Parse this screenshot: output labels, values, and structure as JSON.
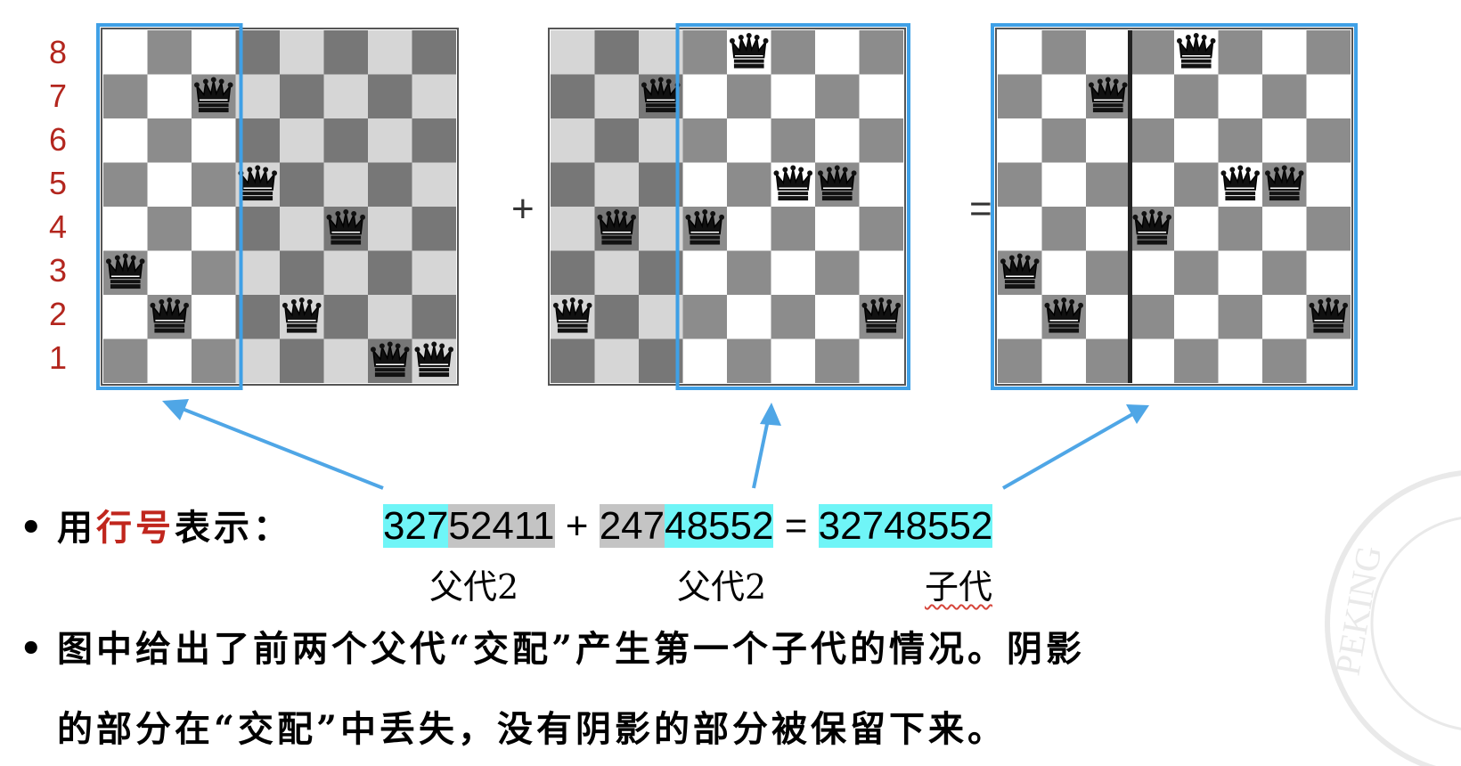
{
  "row_labels": [
    "8",
    "7",
    "6",
    "5",
    "4",
    "3",
    "2",
    "1"
  ],
  "operators": {
    "plus": "+",
    "equals": "="
  },
  "boards": [
    {
      "name": "parent1",
      "queens": [
        3,
        2,
        7,
        5,
        2,
        4,
        1,
        1
      ],
      "highlight_cols": [
        0,
        3
      ]
    },
    {
      "name": "parent2",
      "queens": [
        2,
        4,
        7,
        4,
        8,
        5,
        5,
        2
      ],
      "highlight_cols": [
        3,
        8
      ]
    },
    {
      "name": "child",
      "queens": [
        3,
        2,
        7,
        4,
        8,
        5,
        5,
        2
      ],
      "highlight_cols": [
        0,
        8
      ]
    }
  ],
  "formula": {
    "parent1_keep": "327",
    "parent1_lost": "52411",
    "plus": "+",
    "parent2_lost": "247",
    "parent2_keep": "48552",
    "equals": "=",
    "child": "32748552"
  },
  "sublabels": {
    "parent1": "父代2",
    "parent2": "父代2",
    "child": "子代"
  },
  "bullets": {
    "b1_prefix": "用",
    "b1_red": "行号",
    "b1_suffix": "表示：",
    "b2_line1": "图中给出了前两个父代“交配”产生第一个子代的情况。阴影",
    "b2_line2": "的部分在“交配”中丢失，没有阴影的部分被保留下来。"
  },
  "colors": {
    "highlight_border": "#3fa0e6",
    "arrow": "#4fa6e6",
    "cyan": "#6ff5f7",
    "gray_highlight": "#c4c4c4",
    "row_label": "#b3261e",
    "red_text": "#c0261d"
  }
}
